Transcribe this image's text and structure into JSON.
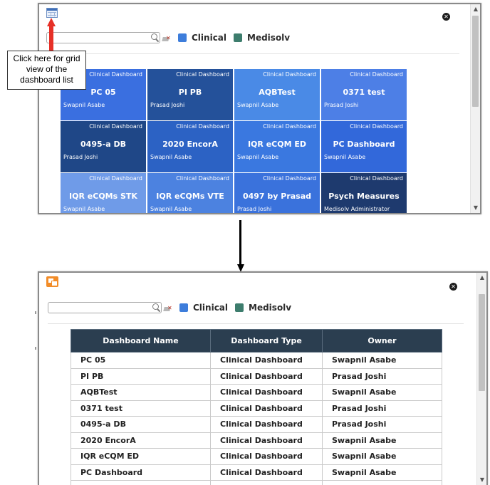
{
  "legend": [
    {
      "label": "Clinical",
      "color": "#3d7ddb"
    },
    {
      "label": "Medisolv",
      "color": "#3d7d6d"
    }
  ],
  "close_icon": "close-icon",
  "search": {
    "value": "",
    "placeholder": ""
  },
  "callout": {
    "text": "Click here for grid view of the dashboard list"
  },
  "tiles": [
    {
      "type": "Clinical Dashboard",
      "name": "PC 05",
      "owner": "Swapnil Asabe",
      "color": "#3a6fe0"
    },
    {
      "type": "Clinical Dashboard",
      "name": "PI PB",
      "owner": "Prasad Joshi",
      "color": "#24519a"
    },
    {
      "type": "Clinical Dashboard",
      "name": "AQBTest",
      "owner": "Swapnil Asabe",
      "color": "#4a8ae6"
    },
    {
      "type": "Clinical Dashboard",
      "name": "0371 test",
      "owner": "Prasad Joshi",
      "color": "#4d7fe6"
    },
    {
      "type": "Clinical Dashboard",
      "name": "0495-a DB",
      "owner": "Prasad Joshi",
      "color": "#1f4787"
    },
    {
      "type": "Clinical Dashboard",
      "name": "2020 EncorA",
      "owner": "Swapnil Asabe",
      "color": "#2c62c4"
    },
    {
      "type": "Clinical Dashboard",
      "name": "IQR eCQM ED",
      "owner": "Swapnil Asabe",
      "color": "#3a78e0"
    },
    {
      "type": "Clinical Dashboard",
      "name": "PC Dashboard",
      "owner": "Swapnil Asabe",
      "color": "#3268da"
    },
    {
      "type": "Clinical Dashboard",
      "name": "IQR eCQMs STK",
      "owner": "Swapnil Asabe",
      "color": "#6f9be8"
    },
    {
      "type": "Clinical Dashboard",
      "name": "IQR eCQMs VTE",
      "owner": "Swapnil Asabe",
      "color": "#4c82e0"
    },
    {
      "type": "Clinical Dashboard",
      "name": "0497 by Prasad",
      "owner": "Prasad Joshi",
      "color": "#3a72dc"
    },
    {
      "type": "Clinical Dashboard",
      "name": "Psych Measures",
      "owner": "Medisolv Administrator",
      "color": "#1e3a6e"
    }
  ],
  "table": {
    "headers": [
      "Dashboard Name",
      "Dashboard Type",
      "Owner"
    ],
    "rows": [
      [
        "PC 05",
        "Clinical Dashboard",
        "Swapnil Asabe"
      ],
      [
        "PI PB",
        "Clinical Dashboard",
        "Prasad Joshi"
      ],
      [
        "AQBTest",
        "Clinical Dashboard",
        "Swapnil Asabe"
      ],
      [
        "0371 test",
        "Clinical Dashboard",
        "Prasad Joshi"
      ],
      [
        "0495-a DB",
        "Clinical Dashboard",
        "Prasad Joshi"
      ],
      [
        "2020 EncorA",
        "Clinical Dashboard",
        "Swapnil Asabe"
      ],
      [
        "IQR eCQM ED",
        "Clinical Dashboard",
        "Swapnil Asabe"
      ],
      [
        "PC Dashboard",
        "Clinical Dashboard",
        "Swapnil Asabe"
      ],
      [
        "",
        "",
        ""
      ]
    ]
  }
}
